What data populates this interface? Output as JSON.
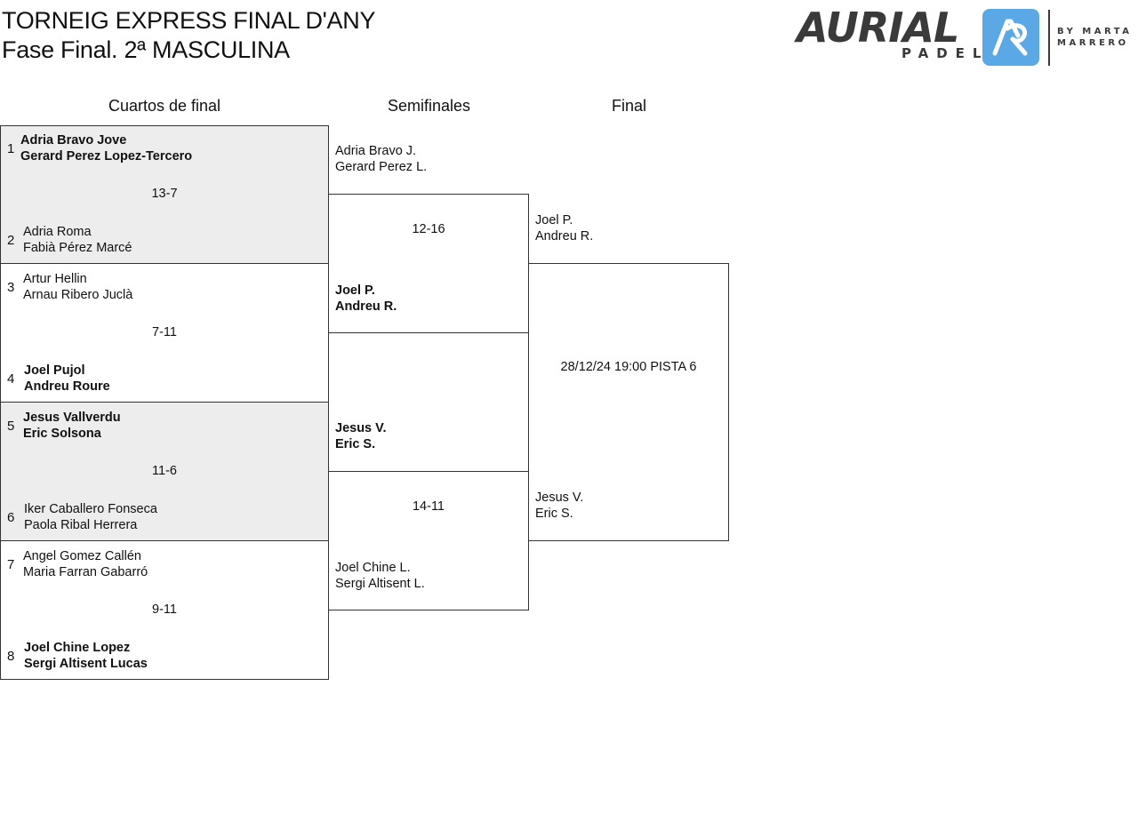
{
  "header": {
    "title_line1": "TORNEIG EXPRESS FINAL D'ANY",
    "title_line2": "Fase Final. 2ª MASCULINA"
  },
  "logo": {
    "brand": "AURIAL",
    "sub": "PADEL",
    "by": "BY MARTA",
    "by2": "MARRERO",
    "accent_color": "#5aa9e6"
  },
  "rounds": {
    "quarterfinals": "Cuartos de final",
    "semifinals": "Semifinales",
    "final": "Final"
  },
  "quarterfinals": [
    {
      "top": {
        "seed": "1",
        "player1": "Adria Bravo Jove",
        "player2": "Gerard Perez Lopez-Tercero"
      },
      "score": "13-7",
      "bottom": {
        "seed": "2",
        "player1": "Adria Roma",
        "player2": "Fabià Pérez Marcé"
      }
    },
    {
      "top": {
        "seed": "3",
        "player1": "Artur Hellin",
        "player2": "Arnau Ribero Juclà"
      },
      "score": "7-11",
      "bottom": {
        "seed": "4",
        "player1": "Joel Pujol",
        "player2": "Andreu Roure"
      }
    },
    {
      "top": {
        "seed": "5",
        "player1": "Jesus Vallverdu",
        "player2": "Eric Solsona"
      },
      "score": "11-6",
      "bottom": {
        "seed": "6",
        "player1": "Iker Caballero Fonseca",
        "player2": "Paola Ribal Herrera"
      }
    },
    {
      "top": {
        "seed": "7",
        "player1": "Angel Gomez Callén",
        "player2": "Maria Farran Gabarró"
      },
      "score": "9-11",
      "bottom": {
        "seed": "8",
        "player1": "Joel Chine Lopez",
        "player2": "Sergi Altisent Lucas"
      }
    }
  ],
  "semifinals": [
    {
      "top": {
        "player1": "Adria Bravo J.",
        "player2": "Gerard Perez L."
      },
      "score": "12-16",
      "bottom": {
        "player1": "Joel P.",
        "player2": "Andreu R."
      }
    },
    {
      "top": {
        "player1": "Jesus V.",
        "player2": "Eric S."
      },
      "score": "14-11",
      "bottom": {
        "player1": "Joel Chine L.",
        "player2": "Sergi Altisent L."
      }
    }
  ],
  "final": {
    "top": {
      "player1": "Joel P.",
      "player2": "Andreu R."
    },
    "schedule": "28/12/24 19:00 PISTA 6",
    "bottom": {
      "player1": "Jesus V.",
      "player2": "Eric S."
    }
  }
}
